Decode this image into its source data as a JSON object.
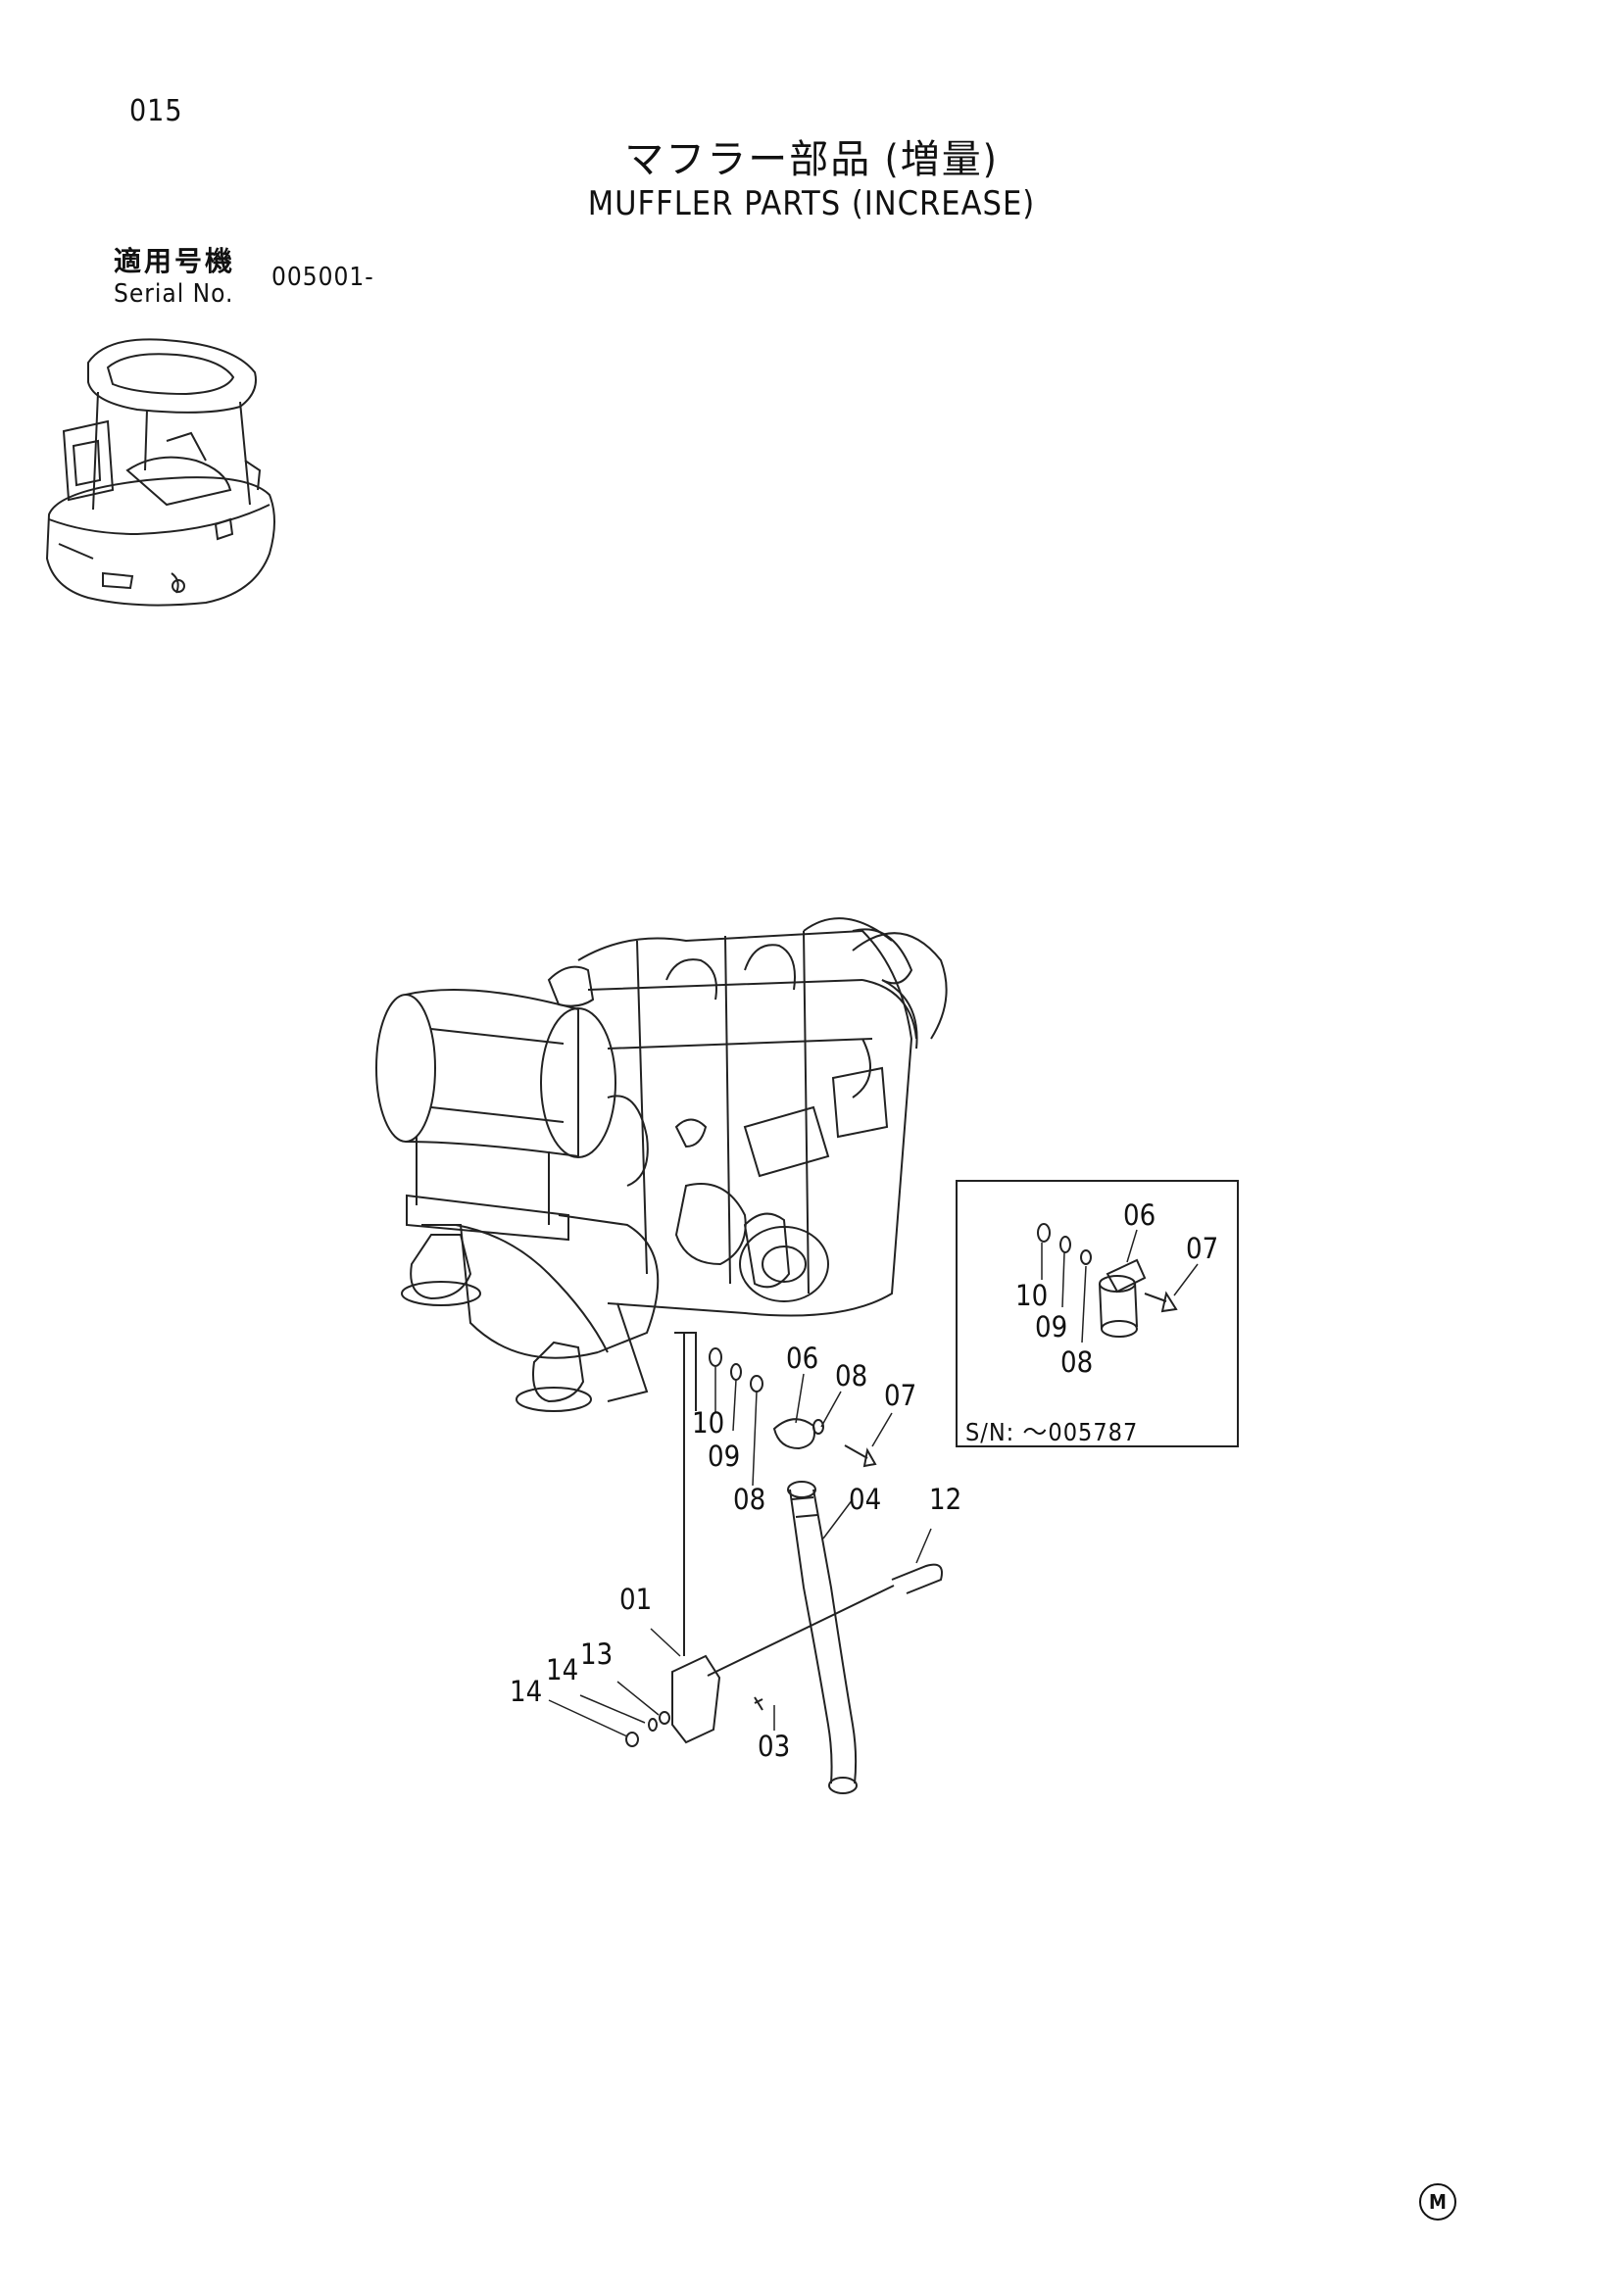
{
  "page": {
    "number": "015",
    "title_jp": "マフラー部品 (増量)",
    "title_en": "MUFFLER PARTS (INCREASE)",
    "serial_label_jp": "適用号機",
    "serial_label_en": "Serial No.",
    "serial_value": "005001-"
  },
  "callouts": {
    "main": [
      "06",
      "08",
      "07",
      "10",
      "09",
      "08",
      "04",
      "12",
      "01",
      "13",
      "14",
      "14",
      "03"
    ],
    "inset": [
      "06",
      "07",
      "10",
      "09",
      "08"
    ]
  },
  "inset": {
    "serial_text": "S/N: ～005787"
  },
  "footer": {
    "mark": "M"
  }
}
